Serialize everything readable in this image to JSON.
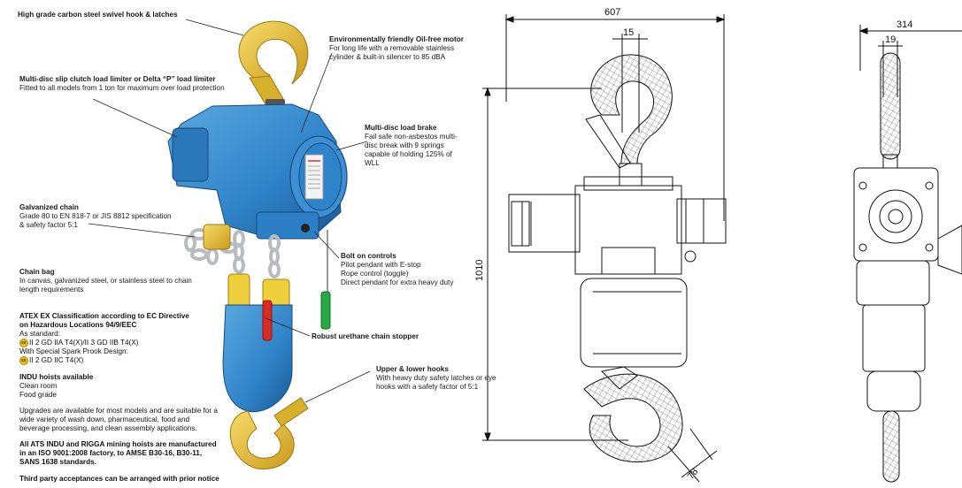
{
  "callouts": {
    "hook_latch": {
      "title": "High grade carbon steel swivel hook & latches",
      "lines": []
    },
    "clutch": {
      "title": "Multi-disc slip clutch load limiter or Delta “P” load limiter",
      "lines": [
        "Fitted to all models from 1 ton for maximum over load protection"
      ]
    },
    "motor": {
      "title": "Environmentally friendly Oil-free motor",
      "lines": [
        "For long life with a removable stainless",
        "cylinder & built-in silencer to 85 dBA"
      ]
    },
    "brake": {
      "title": "Multi-disc load brake",
      "lines": [
        "Fail safe non-asbestos multi-",
        "disc break with 9 springs",
        "capable of holding 125% of",
        "WLL"
      ]
    },
    "chain": {
      "title": "Galvanized chain",
      "lines": [
        "Grade 80 to EN 818-7 or JIS 8812 specification",
        "& safety factor 5:1"
      ]
    },
    "controls": {
      "title": "Bolt on controls",
      "lines": [
        "Pilot pendant with E-stop",
        "Rope control (toggle)",
        "Direct pendant for extra heavy duty"
      ]
    },
    "chain_bag": {
      "title": "Chain bag",
      "lines": [
        "In canvas, galvanized steel, or stainless steel to chain",
        "length requirements"
      ]
    },
    "stopper": {
      "title": "Robust urethane chain stopper",
      "lines": []
    },
    "atex": {
      "title": "ATEX EX Classification according to EC Directive",
      "title2": "on Hazardous Locations 94/9/EEC",
      "lines": [
        "As standard:",
        "II 2 GD IIA T4(X)/II 3 GD IIB T4(X)",
        "With Special Spark Prook Design:",
        "II 2 GD IIC T4(X)"
      ]
    },
    "hooks": {
      "title": "Upper & lower hooks",
      "lines": [
        "With heavy duty safety latches or eye",
        "hooks with a safety factor of 5:1"
      ]
    },
    "indu": {
      "title": "INDU hoists available",
      "lines": [
        "Clean room",
        "Food grade"
      ]
    },
    "upgrades": {
      "lines": [
        "Upgrades are available for most models and are suitable for a",
        "wide variety of wash down, pharmaceutical, food and",
        "beverage processing, and clean assembly applications."
      ]
    },
    "mining": {
      "lines": [
        "All ATS INDU and RIGGA mining hoists are manufactured",
        "in an ISO 9001:2008 factory, to AMSE B30-16, B30-11,",
        "SANS 1638 standards."
      ]
    },
    "third_party": {
      "text": "Third party acceptances can be arranged with prior notice"
    }
  },
  "ex_icon": "ex-icon",
  "dimensions": {
    "width": "607",
    "hook_gap": "15",
    "height": "1010",
    "hook_thick": "78",
    "side_width": "314",
    "side_gap": "19"
  },
  "colors": {
    "hoist_blue": "#2f83c8",
    "hook_yellow": "#e9c33a",
    "chain_silver": "#b9bcbf",
    "stopper_red": "#d92b25",
    "handle_green": "#2aa844"
  }
}
